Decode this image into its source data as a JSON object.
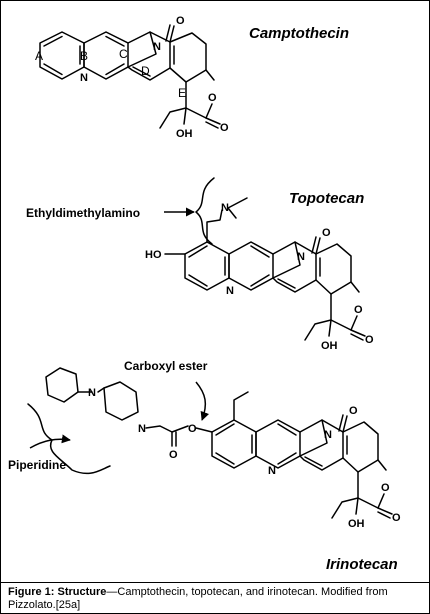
{
  "molecules": {
    "camptothecin": {
      "name": "Camptothecin",
      "ring_labels": [
        "A",
        "B",
        "C",
        "D",
        "E"
      ],
      "atoms": {
        "n1": "N",
        "n2": "N",
        "o_keto": "O",
        "o_ring": "O",
        "o_lactone": "O",
        "oh": "OH"
      }
    },
    "topotecan": {
      "name": "Topotecan",
      "atoms": {
        "n_amine": "N",
        "ho": "HO",
        "n1": "N",
        "n2": "N",
        "o_keto": "O",
        "o_ring": "O",
        "o_lactone": "O",
        "oh": "OH"
      }
    },
    "irinotecan": {
      "name": "Irinotecan",
      "atoms": {
        "n_pip1": "N",
        "n_pip2": "N",
        "o_carbonyl": "O",
        "o_ester": "O",
        "n1": "N",
        "n2": "N",
        "o_keto": "O",
        "o_ring": "O",
        "o_lactone": "O",
        "oh": "OH"
      }
    }
  },
  "callouts": {
    "ethyldimethylamino": "Ethyldimethylamino",
    "carboxyl_ester": "Carboxyl ester",
    "piperidine": "Piperidine"
  },
  "caption": {
    "label": "Figure 1: Structure",
    "text": "—Camptothecin, topotecan, and irinotecan. Modified from Pizzolato.[25a]"
  }
}
